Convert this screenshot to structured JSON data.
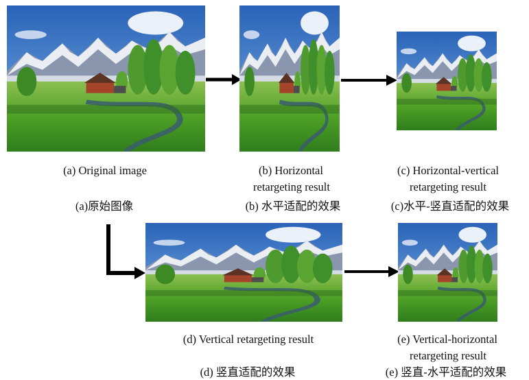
{
  "figure": {
    "captions": {
      "a_en": "(a) Original image",
      "a_zh": "(a)原始图像",
      "b_en_1": "(b) Horizontal",
      "b_en_2": "retargeting result",
      "b_zh": "(b)  水平适配的效果",
      "c_en_1": "(c) Horizontal-vertical",
      "c_en_2": "retargeting result",
      "c_zh": "(c)水平-竖直适配的效果",
      "d_en": "(d) Vertical retargeting result",
      "d_zh": "(d)  竖直适配的效果",
      "e_en_1": "(e) Vertical-horizontal",
      "e_en_2": "retargeting result",
      "e_zh": "(e)  竖直-水平适配的效果"
    },
    "colors": {
      "sky": "#2f6fc4",
      "mountain": "#8a96ad",
      "snow": "#f4f6fa",
      "trees": "#3f8f2a",
      "grass": "#5caf2c",
      "barn": "#a4452b",
      "arrow": "#000000"
    }
  }
}
